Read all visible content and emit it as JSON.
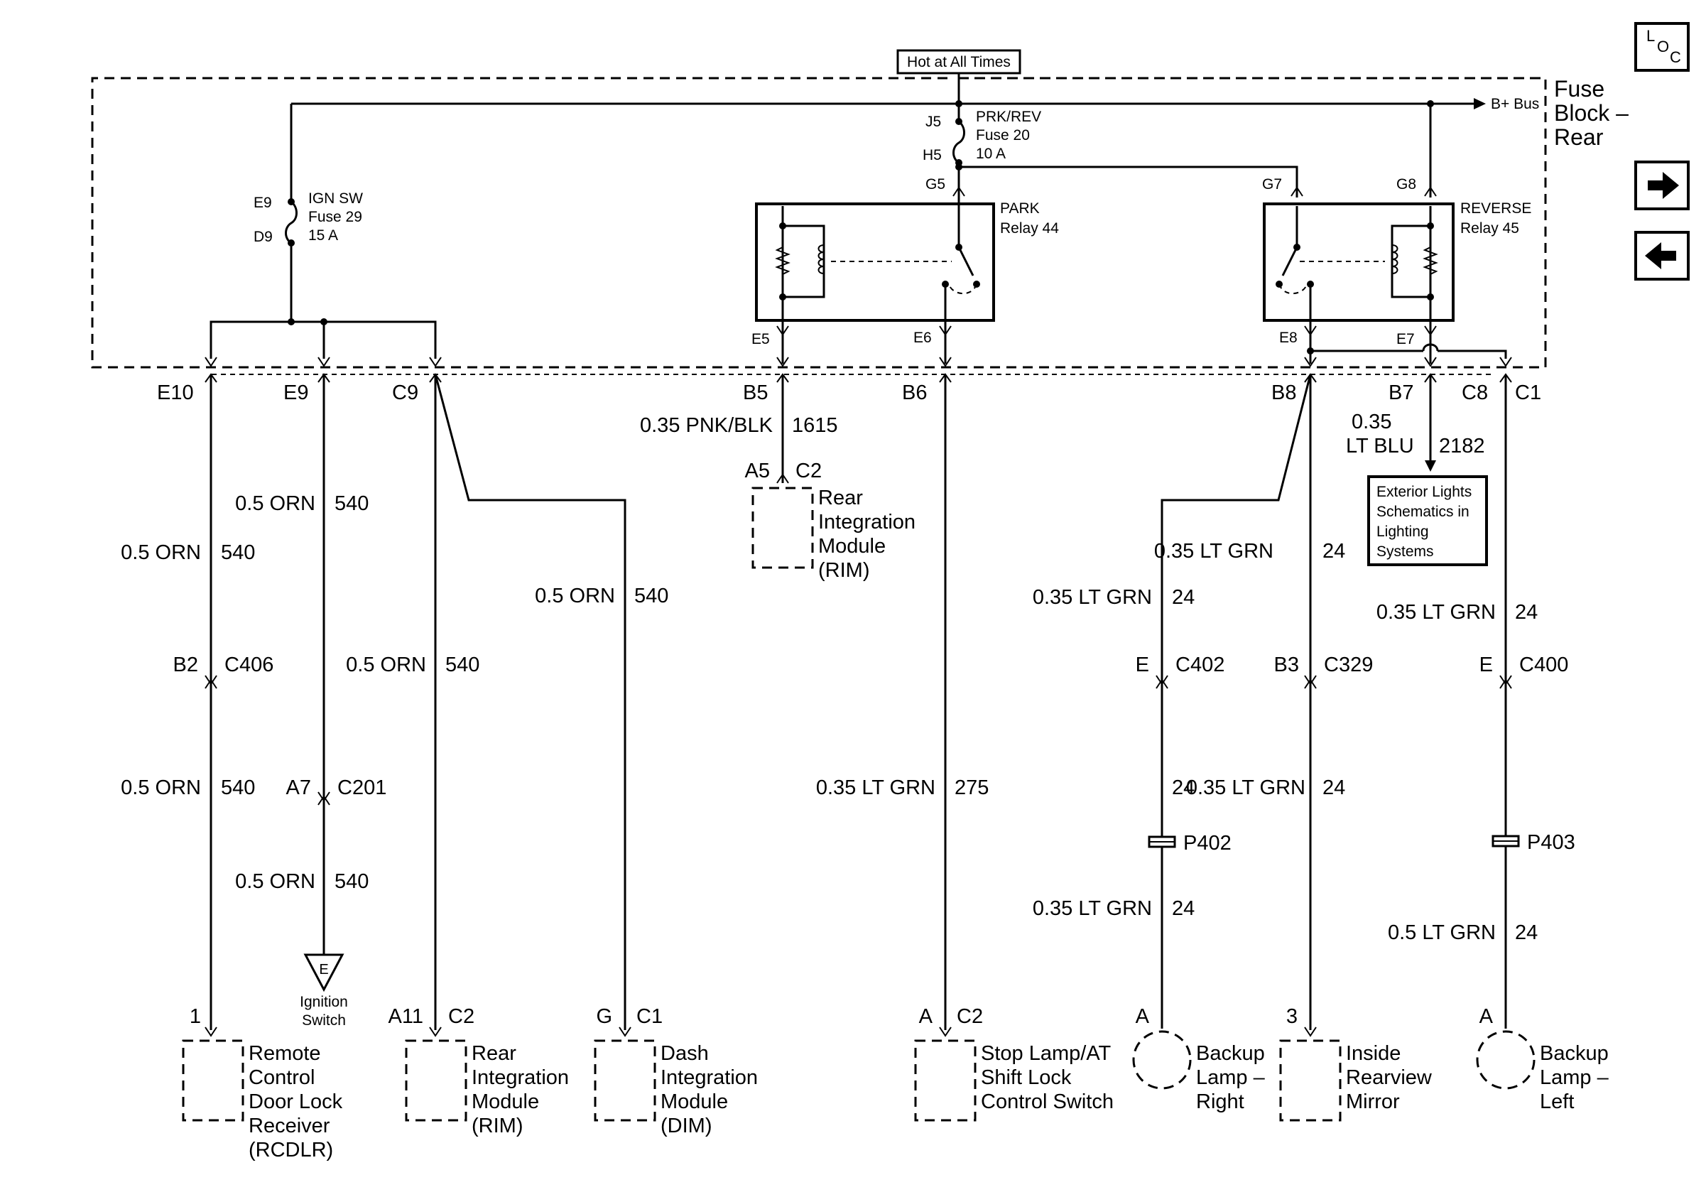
{
  "power": {
    "hot_label": "Hot at All Times",
    "bplus_bus": "B+ Bus",
    "fuse_block": [
      "Fuse",
      "Block –",
      "Rear"
    ]
  },
  "fuses": {
    "ign": {
      "top_pin": "E9",
      "bottom_pin": "D9",
      "lines": [
        "IGN SW",
        "Fuse 29",
        "15 A"
      ]
    },
    "prk": {
      "top_pin": "J5",
      "bottom_pin": "H5",
      "lines": [
        "PRK/REV",
        "Fuse 20",
        "10 A"
      ]
    }
  },
  "relays": {
    "park": {
      "lines": [
        "PARK",
        "Relay 44"
      ],
      "in_pin": "G5",
      "out_left": "E5",
      "out_right": "E6"
    },
    "reverse": {
      "lines": [
        "REVERSE",
        "Relay 45"
      ],
      "in_left": "G7",
      "in_right": "G8",
      "out_left": "E8",
      "out_right": "E7"
    }
  },
  "connectors": {
    "e10": "E10",
    "e9": "E9",
    "c9": "C9",
    "b5": "B5",
    "b6": "B6",
    "b8": "B8",
    "b7": "B7",
    "c8": "C8",
    "c1": "C1"
  },
  "wires": {
    "orn_05": "0.5 ORN",
    "c540": "540",
    "pnk_blk": "0.35 PNK/BLK",
    "c1615": "1615",
    "ltgrn_035": "0.35 LT GRN",
    "ltgrn_05": "0.5 LT GRN",
    "c24": "24",
    "c275": "275",
    "ltblu_1": "0.35",
    "ltblu_2": "LT BLU",
    "c2182": "2182"
  },
  "inline": {
    "b2": "B2",
    "c406": "C406",
    "a7": "A7",
    "c201": "C201",
    "e_c402": "E",
    "c402": "C402",
    "b3": "B3",
    "c329": "C329",
    "e_c400": "E",
    "c400": "C400",
    "p402": "P402",
    "p403": "P403",
    "a5": "A5",
    "c2_rim_top": "C2"
  },
  "reference_box": [
    "Exterior Lights",
    "Schematics in",
    "Lighting",
    "Systems"
  ],
  "ignition": {
    "letter": "E",
    "lines": [
      "Ignition",
      "Switch"
    ]
  },
  "components": {
    "rcdlr": {
      "pin": "1",
      "lines": [
        "Remote",
        "Control",
        "Door Lock",
        "Receiver",
        "(RCDLR)"
      ]
    },
    "rim_top": {
      "lines": [
        "Rear",
        "Integration",
        "Module",
        "(RIM)"
      ]
    },
    "rim": {
      "pin": "A11",
      "conn": "C2",
      "lines": [
        "Rear",
        "Integration",
        "Module",
        "(RIM)"
      ]
    },
    "dim": {
      "pin": "G",
      "conn": "C1",
      "lines": [
        "Dash",
        "Integration",
        "Module",
        "(DIM)"
      ]
    },
    "stop": {
      "pin": "A",
      "conn": "C2",
      "lines": [
        "Stop Lamp/AT",
        "Shift Lock",
        "Control Switch"
      ]
    },
    "backup_r": {
      "pin": "A",
      "lines": [
        "Backup",
        "Lamp –",
        "Right"
      ]
    },
    "mirror": {
      "pin": "3",
      "lines": [
        "Inside",
        "Rearview",
        "Mirror"
      ]
    },
    "backup_l": {
      "pin": "A",
      "lines": [
        "Backup",
        "Lamp –",
        "Left"
      ]
    }
  },
  "nav": {
    "loc": {
      "l": "L",
      "o": "O",
      "c": "C",
      "icon": "loc-icon"
    },
    "next_icon": "arrow-right-icon",
    "prev_icon": "arrow-left-icon"
  }
}
